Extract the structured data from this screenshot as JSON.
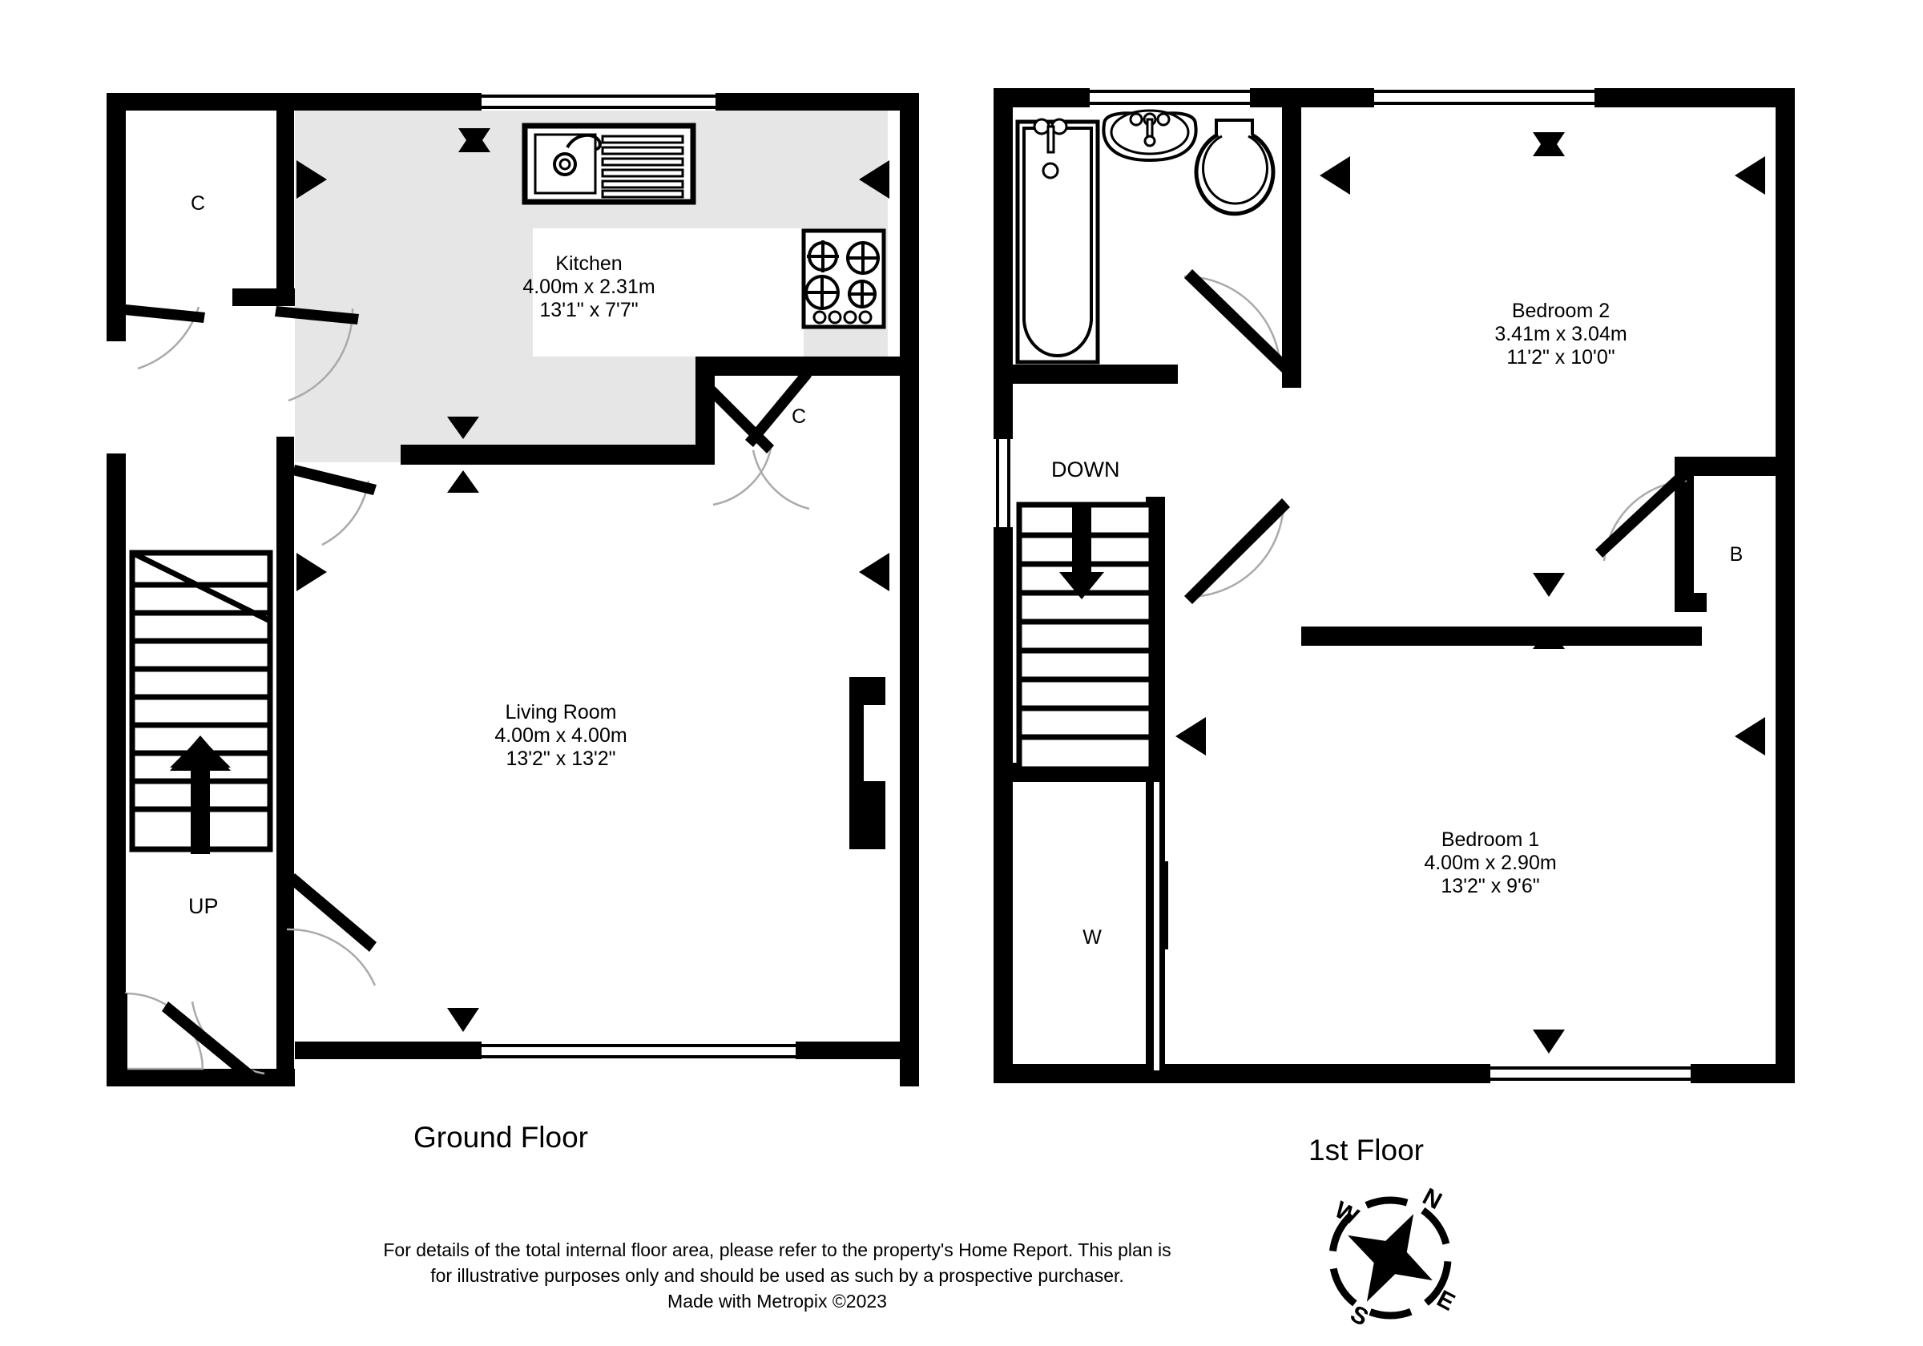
{
  "document": {
    "type": "floor-plan",
    "background_color": "#ffffff",
    "wall_color": "#000000",
    "floor_fill_color": "#e6e6e6",
    "line_color": "#000000"
  },
  "floors": [
    {
      "id": "ground",
      "title": "Ground Floor",
      "rooms": [
        {
          "name": "Kitchen",
          "dim_metric": "4.00m  x 2.31m",
          "dim_imperial": "13'1\"  x 7'7\""
        },
        {
          "name": "Living Room",
          "dim_metric": "4.00m  x 4.00m",
          "dim_imperial": "13'2\"  x 13'2\""
        }
      ],
      "markers": [
        {
          "label": "C",
          "meaning": "cupboard"
        },
        {
          "label": "C",
          "meaning": "cupboard"
        }
      ],
      "stair_label": "UP",
      "fixtures": [
        "sink-with-drainer",
        "hob-4-burner"
      ]
    },
    {
      "id": "first",
      "title": "1st Floor",
      "rooms": [
        {
          "name": "Bedroom 2",
          "dim_metric": "3.41m  x 3.04m",
          "dim_imperial": "11'2\"  x 10'0\""
        },
        {
          "name": "Bedroom 1",
          "dim_metric": "4.00m  x 2.90m",
          "dim_imperial": "13'2\"  x 9'6\""
        }
      ],
      "markers": [
        {
          "label": "B",
          "meaning": "boiler"
        },
        {
          "label": "W",
          "meaning": "wardrobe"
        }
      ],
      "stair_label": "DOWN",
      "fixtures": [
        "bath",
        "wash-basin",
        "wc"
      ]
    }
  ],
  "compass": {
    "north": "N",
    "east": "E",
    "south": "S",
    "west": "W"
  },
  "footer": {
    "line1": "For details of the total internal floor area, please refer to the property's Home Report. This plan is",
    "line2": "for illustrative purposes only and should be used as such by a prospective purchaser.",
    "line3": "Made with Metropix ©2023"
  }
}
